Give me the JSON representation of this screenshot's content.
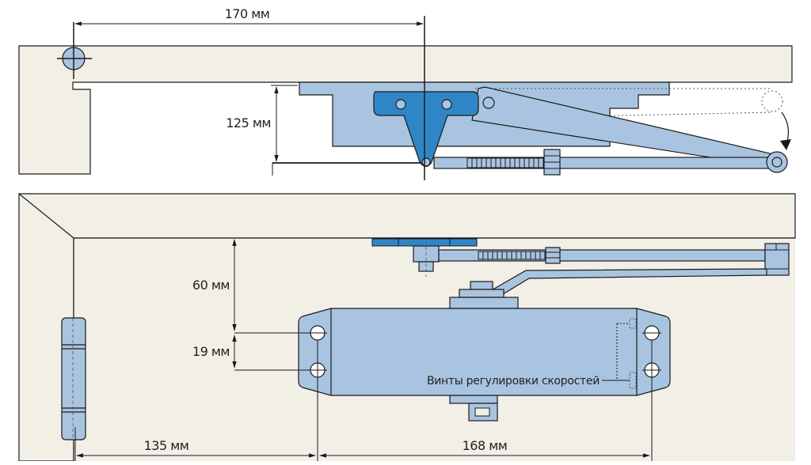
{
  "colors": {
    "wall": "#f1efe6",
    "closer": "#a9c4e0",
    "bracket": "#2f86c7",
    "outline": "#1a1a1a",
    "background": "#ffffff"
  },
  "top_view": {
    "dim_width": "170 мм",
    "dim_height": "125 мм"
  },
  "front_view": {
    "dim_top": "60 мм",
    "dim_holes": "19 мм",
    "dim_left": "135 мм",
    "dim_body": "168 мм",
    "note_valves": "Винты регулировки скоростей"
  }
}
